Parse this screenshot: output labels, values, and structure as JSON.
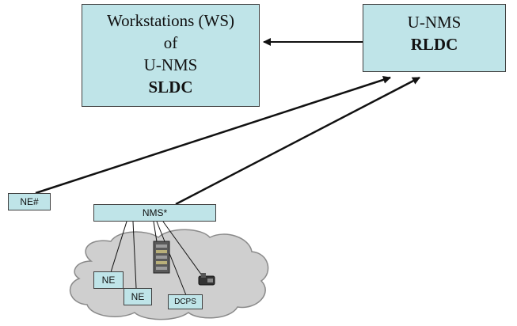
{
  "ws_box": {
    "line1": "Workstations (WS)",
    "line2": "of",
    "line3": "U-NMS",
    "line4": "SLDC"
  },
  "rldc_box": {
    "line1": "U-NMS",
    "line2": "RLDC"
  },
  "ne_hash": {
    "label": "NE#"
  },
  "nms_box": {
    "label": "NMS*"
  },
  "cloud": {
    "ne1": "NE",
    "ne2": "NE",
    "dcps": "DCPS"
  },
  "colors": {
    "box_fill": "#bfe4e8",
    "line": "#111111"
  }
}
